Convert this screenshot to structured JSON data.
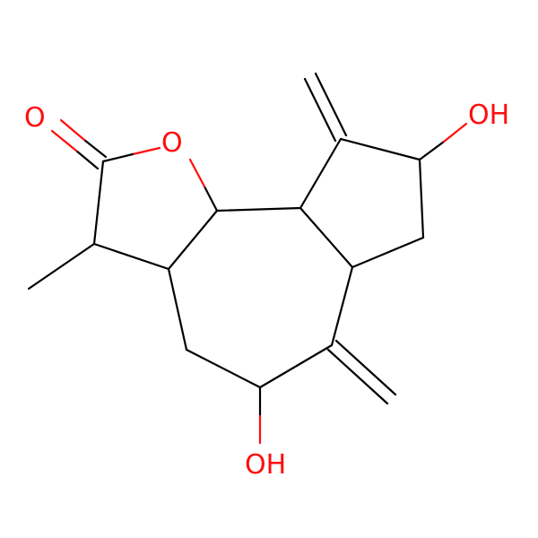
{
  "molecule": {
    "atom_labels": {
      "carbonyl_oxygen": "O",
      "ring_oxygen": "O",
      "hydroxyl_top": "OH",
      "hydroxyl_bottom": "OH"
    },
    "colors": {
      "bond": "#000000",
      "oxygen": "#ff0d0d",
      "background": "#ffffff"
    }
  }
}
